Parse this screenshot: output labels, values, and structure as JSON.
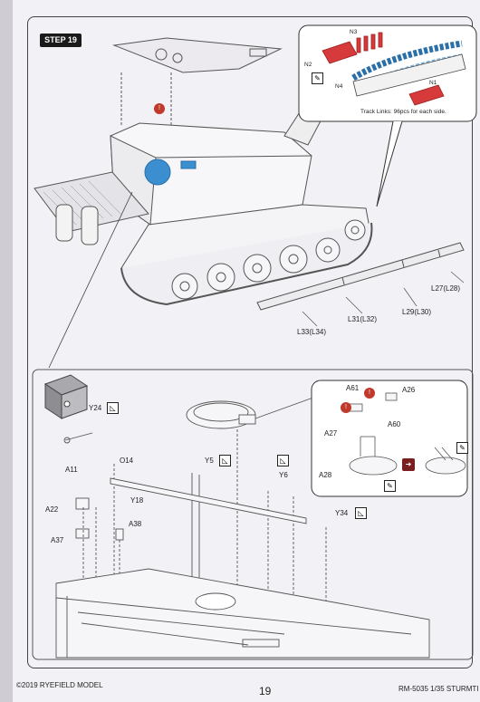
{
  "step": {
    "label": "STEP 19"
  },
  "callout_top": {
    "labels": {
      "n1": "N1",
      "n2": "N2",
      "n3": "N3",
      "n4": "N4"
    },
    "note": "Track Links: 96pcs for each side."
  },
  "track_labels": {
    "l27": "L27(L28)",
    "l29": "L29(L30)",
    "l31": "L31(L32)",
    "l33": "L33(L34)"
  },
  "detail_parts": {
    "y24": "Y24",
    "a11": "A11",
    "o14": "O14",
    "y5": "Y5",
    "y6": "Y6",
    "y18": "Y18",
    "a22": "A22",
    "a38": "A38",
    "a37": "A37",
    "y34": "Y34"
  },
  "callout_hatch": {
    "a61": "A61",
    "a26": "A26",
    "a27": "A27",
    "a60": "A60",
    "a28": "A28"
  },
  "icons": {
    "glue": "glue-icon",
    "cement": "cement-warning-icon",
    "option": "option-icon",
    "paint": "paint-icon"
  },
  "colors": {
    "accent_blue": "#3b8fd0",
    "photo_etch_red": "#d63a3a",
    "step_badge": "#1a1a1a"
  },
  "footer": {
    "copyright": "©2019 RYEFIELD MODEL",
    "page": "19",
    "product": "RM-5035 1/35 STURMTI"
  }
}
